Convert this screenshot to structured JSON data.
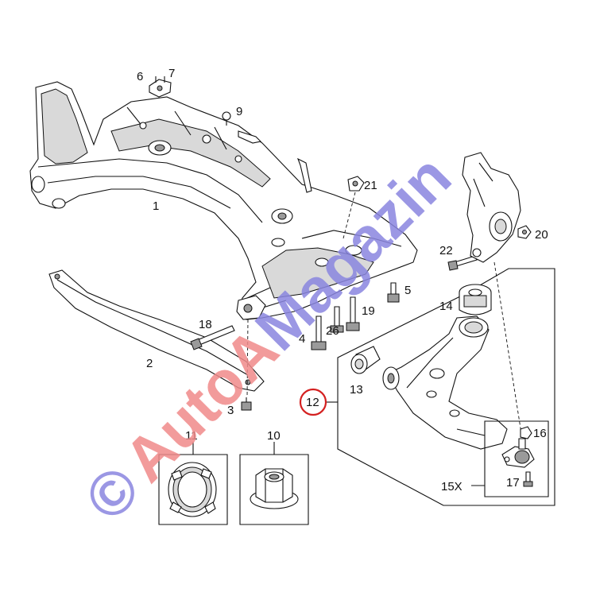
{
  "callouts": {
    "c1": "1",
    "c2": "2",
    "c3": "3",
    "c4": "4",
    "c5": "5",
    "c6": "6",
    "c7": "7",
    "c9": "9",
    "c10": "10",
    "c11": "11",
    "c12": "12",
    "c13": "13",
    "c14": "14",
    "c15x": "15X",
    "c16": "16",
    "c17": "17",
    "c18": "18",
    "c19": "19",
    "c20": "20",
    "c21": "21",
    "c22": "22",
    "c26": "26"
  },
  "watermark": {
    "symbol": "©",
    "red_part": "AutoA",
    "blue_part": "Magazin",
    "red_color": "#f08a8a",
    "blue_color": "#8a86e0"
  },
  "highlight": {
    "callout_ref": "12",
    "ring_color": "#d42020"
  }
}
